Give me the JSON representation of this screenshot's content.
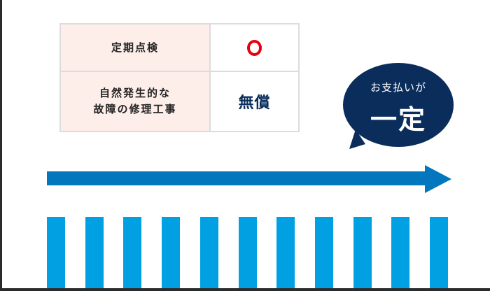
{
  "table": {
    "rows": [
      {
        "label": "定期点検",
        "value_icon": "circle-mark"
      },
      {
        "label_line1": "自然発生的な",
        "label_line2": "故障の修理工事",
        "value": "無償"
      }
    ]
  },
  "bubble": {
    "line1": "お支払いが",
    "line2": "一定"
  },
  "colors": {
    "navy": "#0a2d5c",
    "arrow": "#0277bd",
    "stripe": "#00a0e3",
    "mark": "#e60012",
    "label_bg": "#fdeeea"
  },
  "stripes": {
    "count": 11
  }
}
